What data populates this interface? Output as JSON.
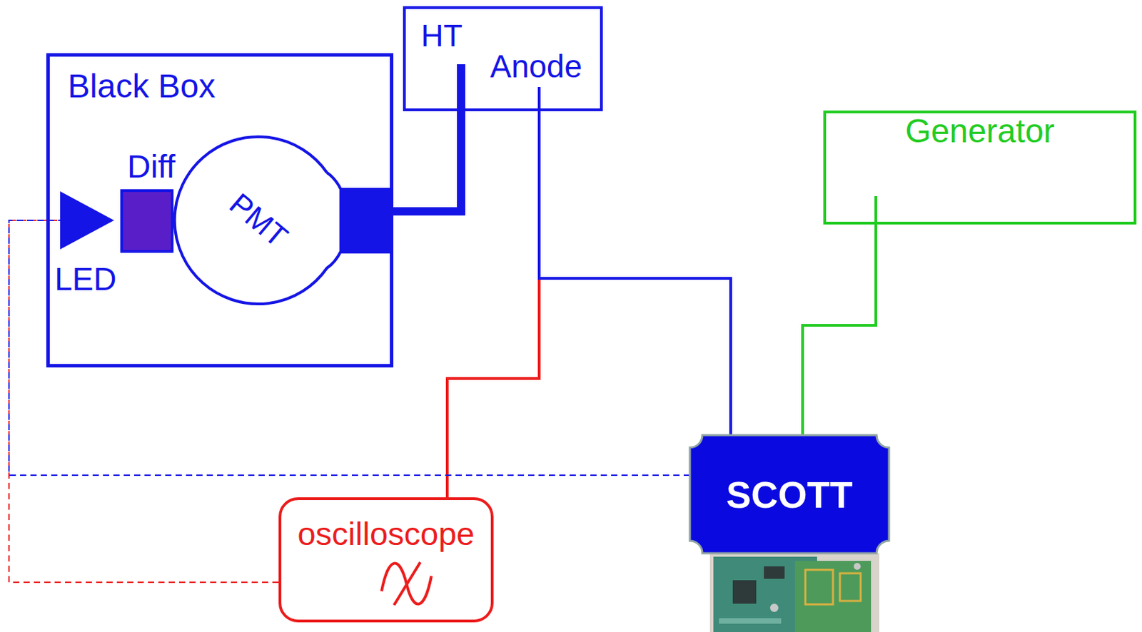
{
  "diagram": {
    "nodes": [
      {
        "text": [
          "Black Box"
        ]
      },
      {
        "text": [
          "LED"
        ],
        "in": 0
      },
      {
        "text": [
          "Diff"
        ],
        "in": 0
      },
      {
        "text": [
          "PMT"
        ],
        "in": 0
      },
      {
        "text": [
          "HT",
          "Anode"
        ]
      },
      {
        "text": [
          "Generator"
        ]
      },
      {
        "text": [
          "SCOTT"
        ]
      },
      {
        "text": [
          "oscilloscope"
        ]
      }
    ],
    "edges": [
      {
        "from": 3,
        "to": 4,
        "arrow": "none"
      },
      {
        "from": 4,
        "to": 6,
        "arrow": "none"
      },
      {
        "from": 4,
        "to": 7,
        "arrow": "none"
      },
      {
        "from": 5,
        "to": 6,
        "arrow": "none"
      },
      {
        "from": 6,
        "to": 1,
        "arrow": "none"
      },
      {
        "from": 7,
        "to": 1,
        "arrow": "none"
      }
    ]
  }
}
